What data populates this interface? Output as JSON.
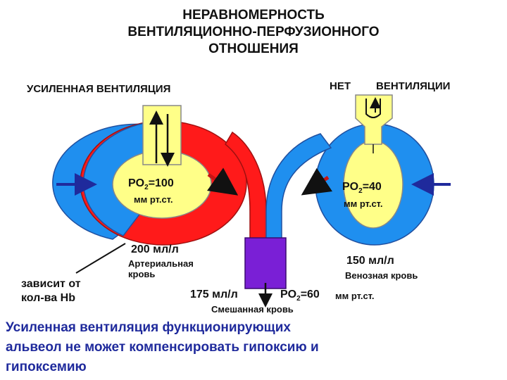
{
  "title": {
    "line1": "НЕРАВНОМЕРНОСТЬ",
    "line2": "ВЕНТИЛЯЦИОННО-ПЕРФУЗИОННОГО",
    "line3": "ОТНОШЕНИЯ"
  },
  "left": {
    "heading": "УСИЛЕННАЯ ВЕНТИЛЯЦИЯ",
    "po2": "PO2=100",
    "unit": "мм рт.ст.",
    "flow": "200 мл/л",
    "blood_line1": "Артериальная",
    "blood_line2": "кровь",
    "note_line1": "зависит от",
    "note_line2": "кол-ва Hb"
  },
  "right": {
    "heading_a": "НЕТ",
    "heading_b": "ВЕНТИЛЯЦИИ",
    "po2": "PO2=40",
    "unit": "мм рт.ст.",
    "flow": "150 мл/л",
    "blood": "Венозная кровь"
  },
  "mixed": {
    "flow": "175 мл/л",
    "po2": "PO2=60",
    "unit": "мм рт.ст.",
    "label": "Смешанная кровь"
  },
  "footer": {
    "line1": "Усиленная вентиляция функционирующих",
    "line2": "альвеол не может компенсировать гипоксию и",
    "line3": "гипоксемию"
  },
  "colors": {
    "arterial": "#ff1a1a",
    "venous": "#1f8fef",
    "alveolus": "#ffff88",
    "mixed": "#7a1fd6",
    "arrow_blue": "#1f2a9c",
    "arrow_red": "#c81414",
    "footer_text": "#1f2a9c"
  }
}
